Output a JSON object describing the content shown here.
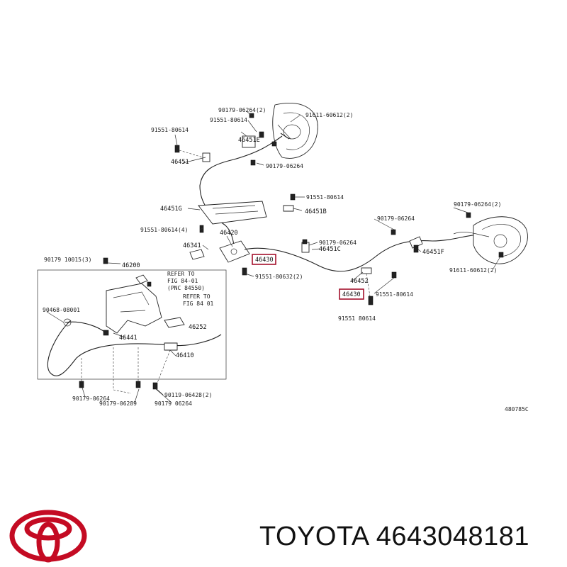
{
  "diagram": {
    "figure_code": "480785C",
    "labels": {
      "l1": "90179-06264(2)",
      "l2": "91551-80614",
      "l3": "91611-60612(2)",
      "l4": "91551-80614",
      "l5": "46451E",
      "l6": "46451",
      "l7": "90179-06264",
      "l8": "91551-80614",
      "l9": "46451G",
      "l10": "46451B",
      "l11": "91551-80614(4)",
      "l12": "46420",
      "l13": "90179-06264",
      "l14": "90179-06264(2)",
      "l15": "46341",
      "l16": "90179-06264",
      "l17": "46451C",
      "l18": "46451F",
      "l19": "90179 10015(3)",
      "l20": "46200",
      "l21": "91551-80632(2)",
      "l22": "91611-60612(2)",
      "l23": "REFER TO",
      "l24": "FIG 84-01",
      "l25": "(PNC 84550)",
      "l26": "REFER TO",
      "l27": "FIG 84 01",
      "l28": "46452",
      "l29": "91551-80614",
      "l30": "90468-08001",
      "l31": "46252",
      "l32": "91551 80614",
      "l33": "46441",
      "l34": "46410",
      "l35": "90179-06264",
      "l36": "90119-06428(2)",
      "l37": "90179-06289",
      "l38": "90179 06264"
    },
    "highlighted": [
      "46430",
      "46430"
    ]
  },
  "footer": {
    "brand": "TOYOTA",
    "part_number": "4643048181",
    "logo_color": "#c40b23"
  }
}
